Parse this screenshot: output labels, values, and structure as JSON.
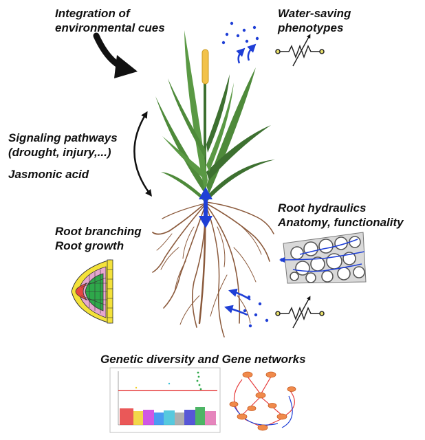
{
  "labels": {
    "env_cues": [
      "Integration of",
      "environmental cues"
    ],
    "water_saving": [
      "Water-saving",
      "phenotypes"
    ],
    "signaling": [
      "Signaling pathways",
      "(drought, injury,...)"
    ],
    "jasmonic": "Jasmonic acid",
    "hydraulics": [
      "Root hydraulics",
      "Anatomy, functionality"
    ],
    "branching": [
      "Root branching",
      "Root growth"
    ],
    "genetics": "Genetic diversity  and Gene networks"
  },
  "colors": {
    "leaf": "#4e8a3a",
    "leaf_dark": "#3d7030",
    "root": "#8b5a3c",
    "flower": "#f2c24a",
    "flow_arrow": "#1f3fd6",
    "threshold_line": "#e63b3b",
    "network_node": "#f08a4b",
    "root_tip_green": "#2ea84a",
    "root_tip_yellow": "#f4e23a",
    "root_tip_pink": "#e6a7cf",
    "root_tip_red": "#e6463f"
  },
  "icons": [
    "curved-arrow-icon",
    "double-arrow-icon",
    "resistor-symbol-icon",
    "water-droplets-icon"
  ]
}
